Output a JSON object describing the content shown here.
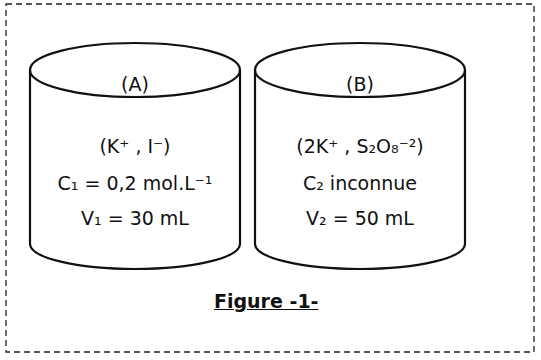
{
  "diagram": {
    "caption": "Figure -1-",
    "nodes": [
      {
        "text": [
          "(A)",
          "(K⁺ , I⁻)",
          "C₁ = 0,2 mol.L⁻¹",
          "V₁ = 30 mL"
        ]
      },
      {
        "text": [
          "(B)",
          "(2K⁺ , S₂O₈⁻²)",
          "C₂ inconnue",
          "V₂ = 50 mL"
        ]
      }
    ]
  }
}
